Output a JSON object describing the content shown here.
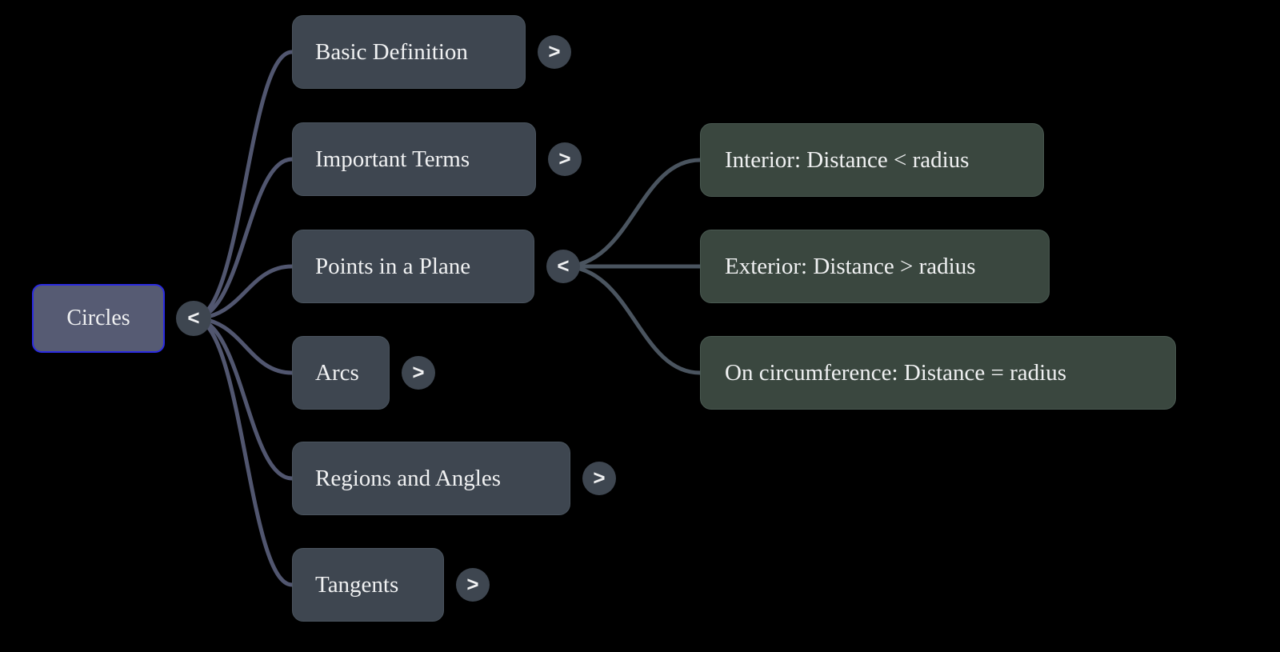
{
  "colors": {
    "background": "#000000",
    "root_node_fill": "#565b73",
    "root_node_border": "#2b2be0",
    "branch_node_fill": "#3e4650",
    "branch_node_edge": "#4a545e",
    "leaf_node_fill": "#3a473f",
    "leaf_node_edge": "#4a5a52",
    "root_link": "#51566f",
    "branch_link": "#4a545f",
    "text": "#f0f1f2"
  },
  "root": {
    "label": "Circles",
    "toggle_glyph": "<"
  },
  "branches": [
    {
      "label": "Basic Definition",
      "toggle_glyph": ">"
    },
    {
      "label": "Important Terms",
      "toggle_glyph": ">"
    },
    {
      "label": "Points in a Plane",
      "toggle_glyph": "<",
      "children": [
        {
          "label": "Interior: Distance < radius"
        },
        {
          "label": "Exterior: Distance > radius"
        },
        {
          "label": "On circumference: Distance = radius"
        }
      ]
    },
    {
      "label": "Arcs",
      "toggle_glyph": ">"
    },
    {
      "label": "Regions and Angles",
      "toggle_glyph": ">"
    },
    {
      "label": "Tangents",
      "toggle_glyph": ">"
    }
  ]
}
